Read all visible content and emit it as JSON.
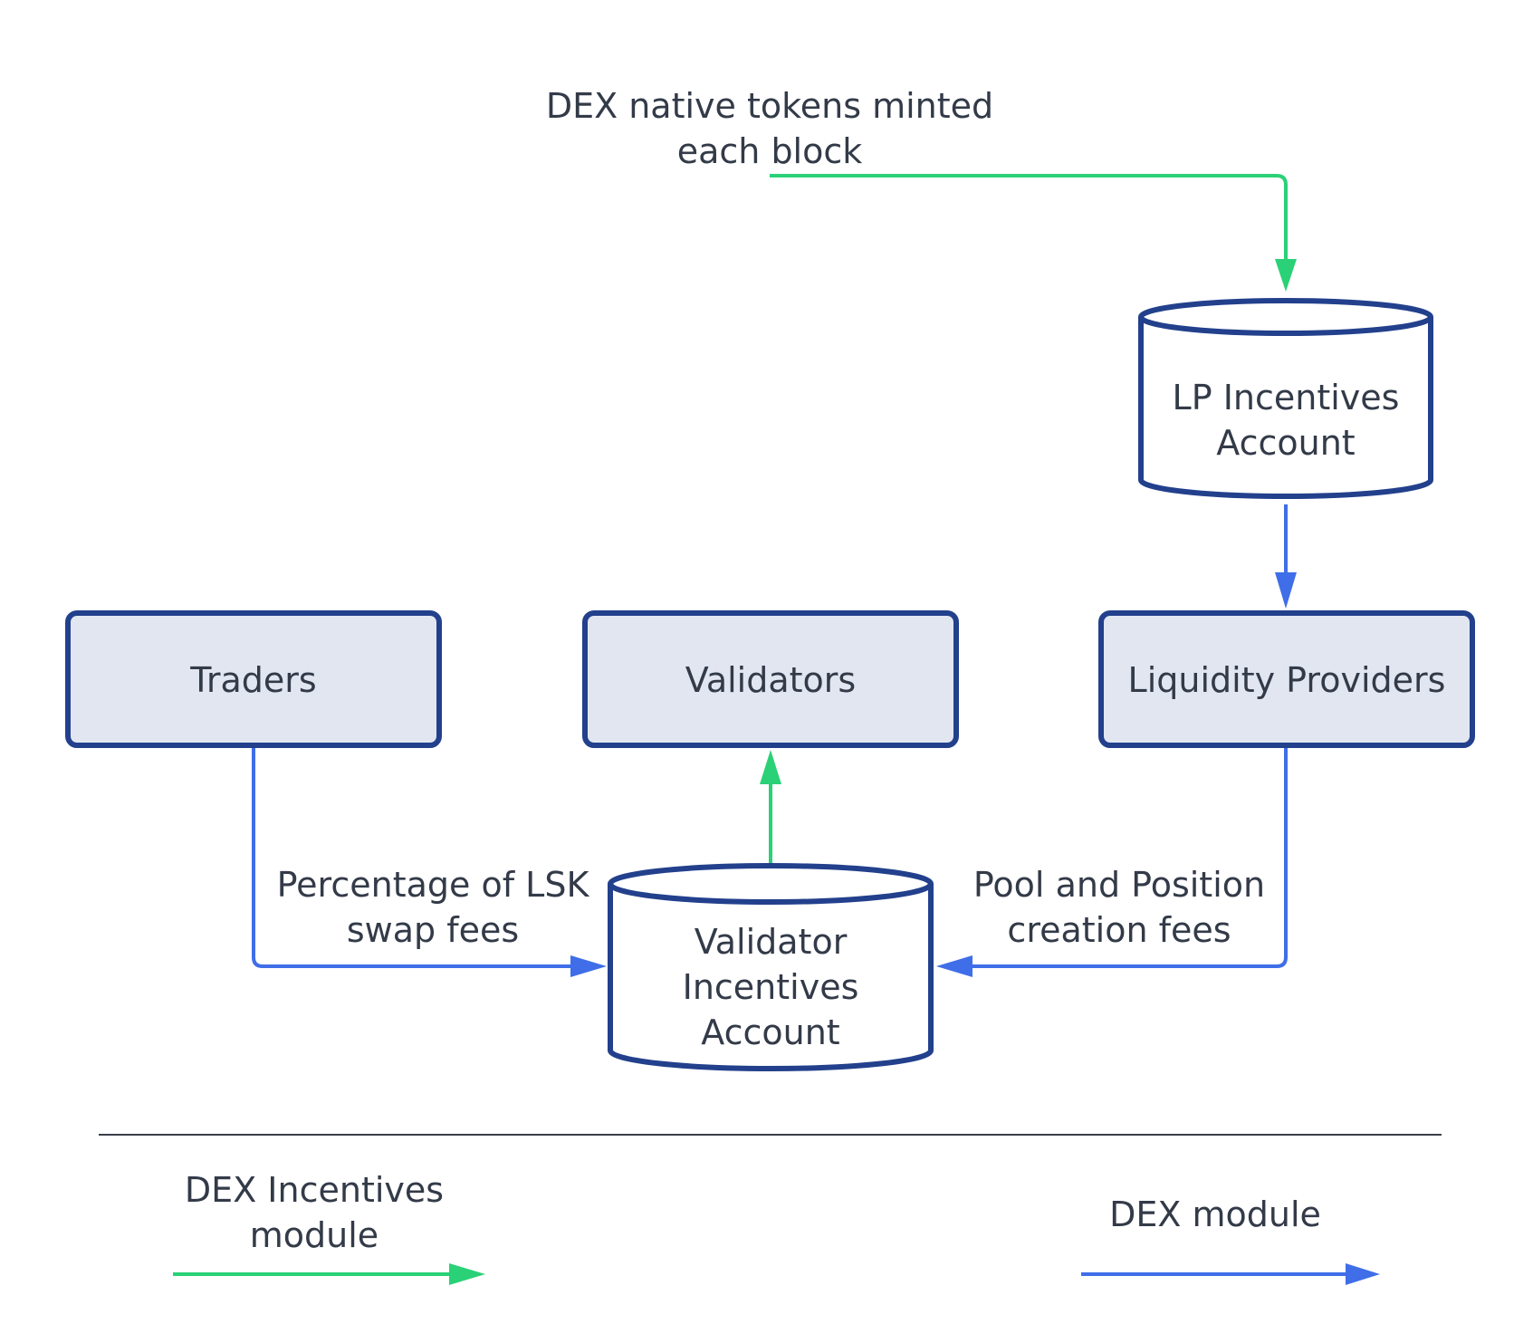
{
  "mint_label": [
    "DEX native tokens minted",
    "each block"
  ],
  "nodes": {
    "lp_account": [
      "LP Incentives",
      "Account"
    ],
    "traders": "Traders",
    "validators": "Validators",
    "liquidity_providers": "Liquidity Providers",
    "validator_account": [
      "Validator",
      "Incentives",
      "Account"
    ]
  },
  "edge_labels": {
    "swap_fees": [
      "Percentage of LSK",
      "swap fees"
    ],
    "pool_fees": [
      "Pool and Position",
      "creation fees"
    ]
  },
  "legend": {
    "incentives": [
      "DEX Incentives",
      "module"
    ],
    "dex": "DEX module"
  },
  "colors": {
    "incentives_flow": "#2ad176",
    "dex_flow": "#3f6ee8",
    "node_border": "#22408c",
    "node_fill": "#e1e6f1",
    "text": "#333a48"
  }
}
